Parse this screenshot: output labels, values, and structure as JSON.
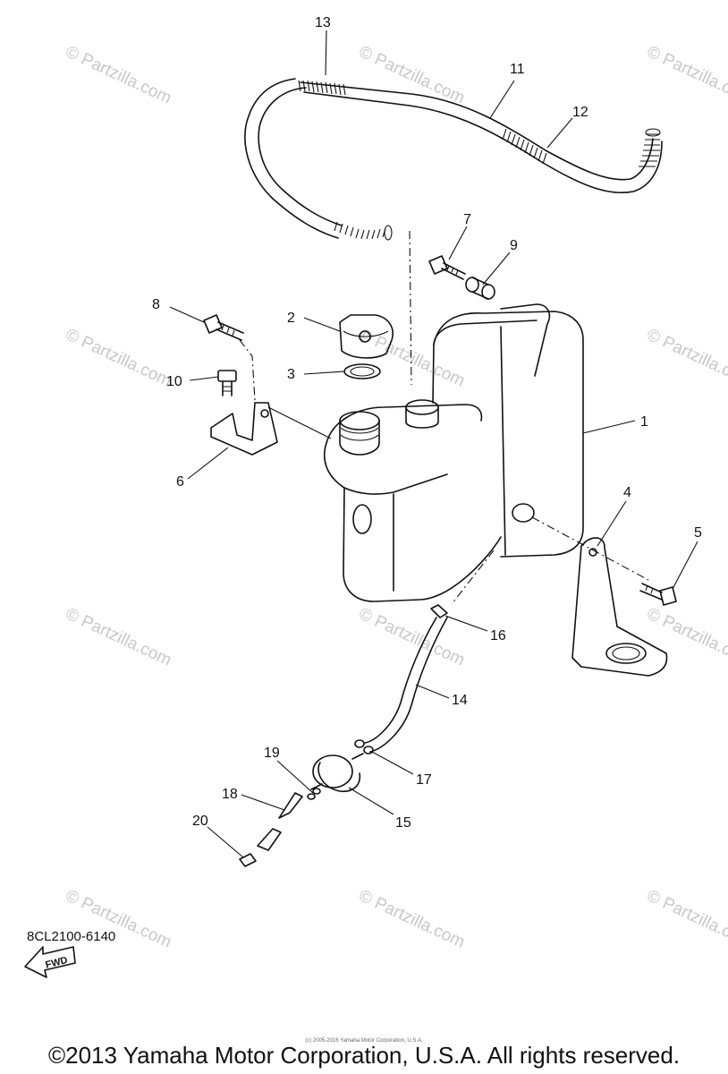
{
  "diagram": {
    "part_code": "8CL2100-6140",
    "copyright": "©2013 Yamaha Motor Corporation, U.S.A. All rights reserved.",
    "tiny_copyright": "(c) 2005-2016 Yamaha Motor Corporation, U.S.A.",
    "fwd_label": "FWD",
    "watermark": "© Partzilla.com",
    "callouts": [
      "1",
      "2",
      "3",
      "4",
      "5",
      "6",
      "7",
      "8",
      "9",
      "10",
      "11",
      "12",
      "13",
      "14",
      "15",
      "16",
      "17",
      "18",
      "19",
      "20"
    ]
  }
}
